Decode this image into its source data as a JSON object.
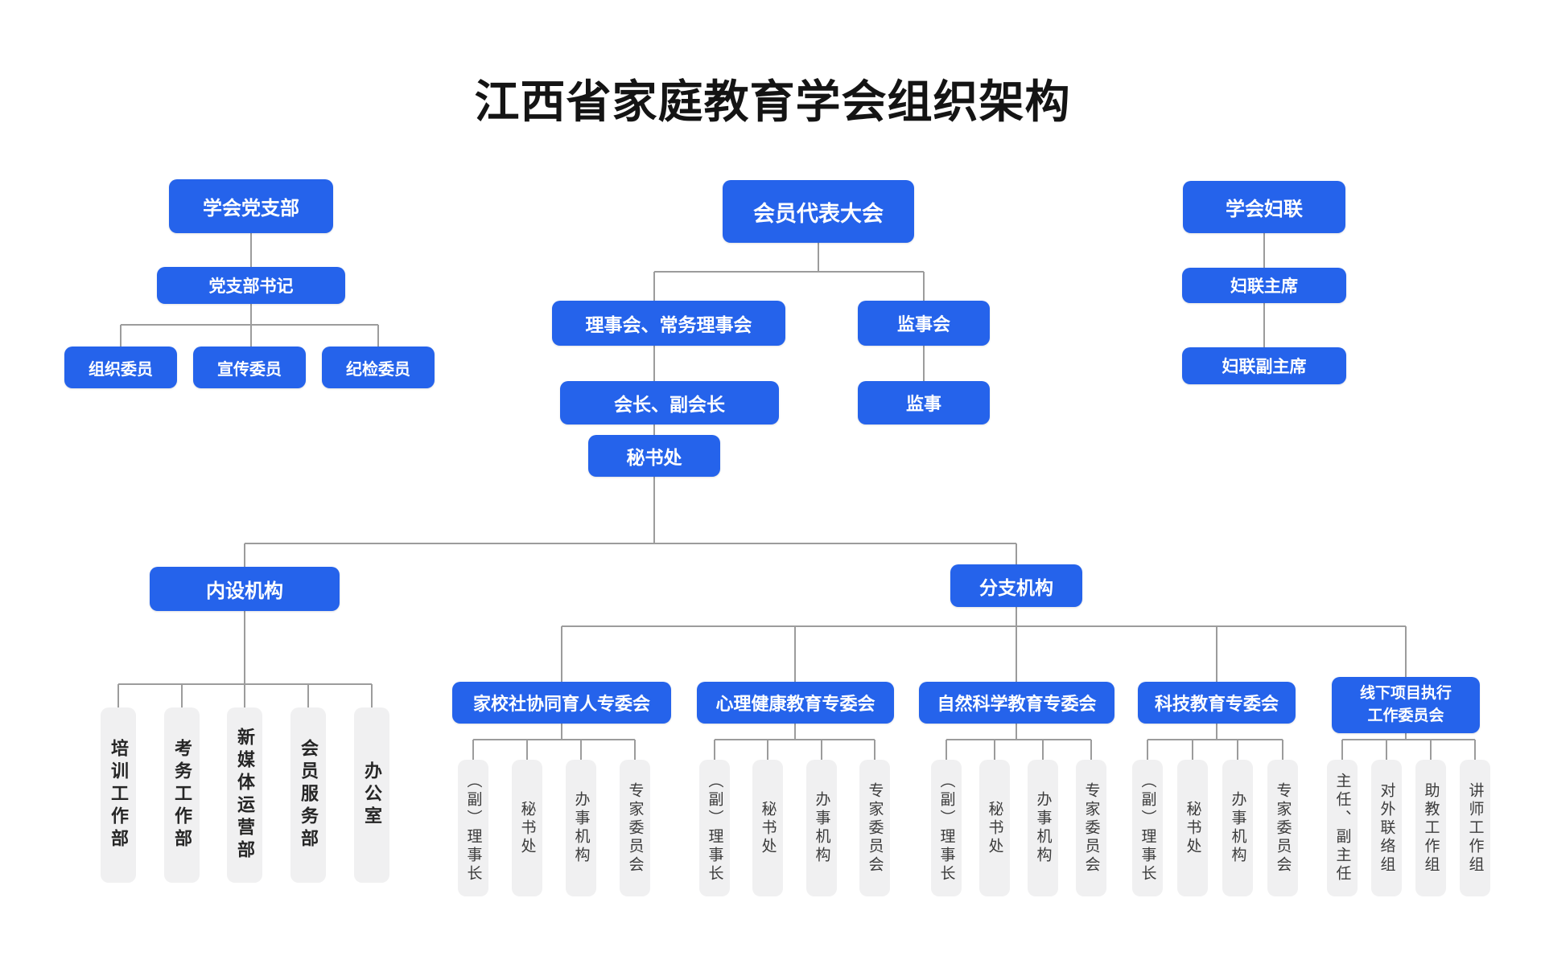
{
  "title": "江西省家庭教育学会组织架构",
  "colors": {
    "node_blue": "#2563eb",
    "node_gray": "#f0f0f1",
    "connector_line": "#9c9c9c",
    "title_text": "#141414"
  },
  "party_branch": {
    "root": "学会党支部",
    "secretary": "党支部书记",
    "committee_members": [
      "组织委员",
      "宣传委员",
      "纪检委员"
    ]
  },
  "governance": {
    "congress": "会员代表大会",
    "council": "理事会、常务理事会",
    "supervisory_board": "监事会",
    "president": "会长、副会长",
    "supervisors": "监事",
    "secretariat": "秘书处"
  },
  "womens_federation": {
    "root": "学会妇联",
    "chair": "妇联主席",
    "vice_chair": "妇联副主席"
  },
  "internal_organs": {
    "root": "内设机构",
    "departments": [
      "培训工作部",
      "考务工作部",
      "新媒体运营部",
      "会员服务部",
      "办公室"
    ]
  },
  "branch_organs": {
    "root": "分支机构",
    "committees": [
      {
        "label": "家校社协同育人专委会",
        "children": [
          "（副）理事长",
          "秘书处",
          "办事机构",
          "专家委员会"
        ]
      },
      {
        "label": "心理健康教育专委会",
        "children": [
          "（副）理事长",
          "秘书处",
          "办事机构",
          "专家委员会"
        ]
      },
      {
        "label": "自然科学教育专委会",
        "children": [
          "（副）理事长",
          "秘书处",
          "办事机构",
          "专家委员会"
        ]
      },
      {
        "label": "科技教育专委会",
        "children": [
          "（副）理事长",
          "秘书处",
          "办事机构",
          "专家委员会"
        ]
      },
      {
        "label_line1": "线下项目执行",
        "label_line2": "工作委员会",
        "children": [
          "主任、副主任",
          "对外联络组",
          "助教工作组",
          "讲师工作组"
        ]
      }
    ]
  }
}
